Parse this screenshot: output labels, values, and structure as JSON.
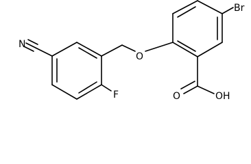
{
  "molecule": {
    "labels": {
      "nitrile_n": "N",
      "ether_o": "O",
      "bromo": "Br",
      "fluoro": "F",
      "carbonyl_o": "O",
      "hydroxyl": "OH"
    },
    "colors": {
      "bond": "#000000",
      "text": "#000000",
      "background": "#ffffff"
    }
  }
}
